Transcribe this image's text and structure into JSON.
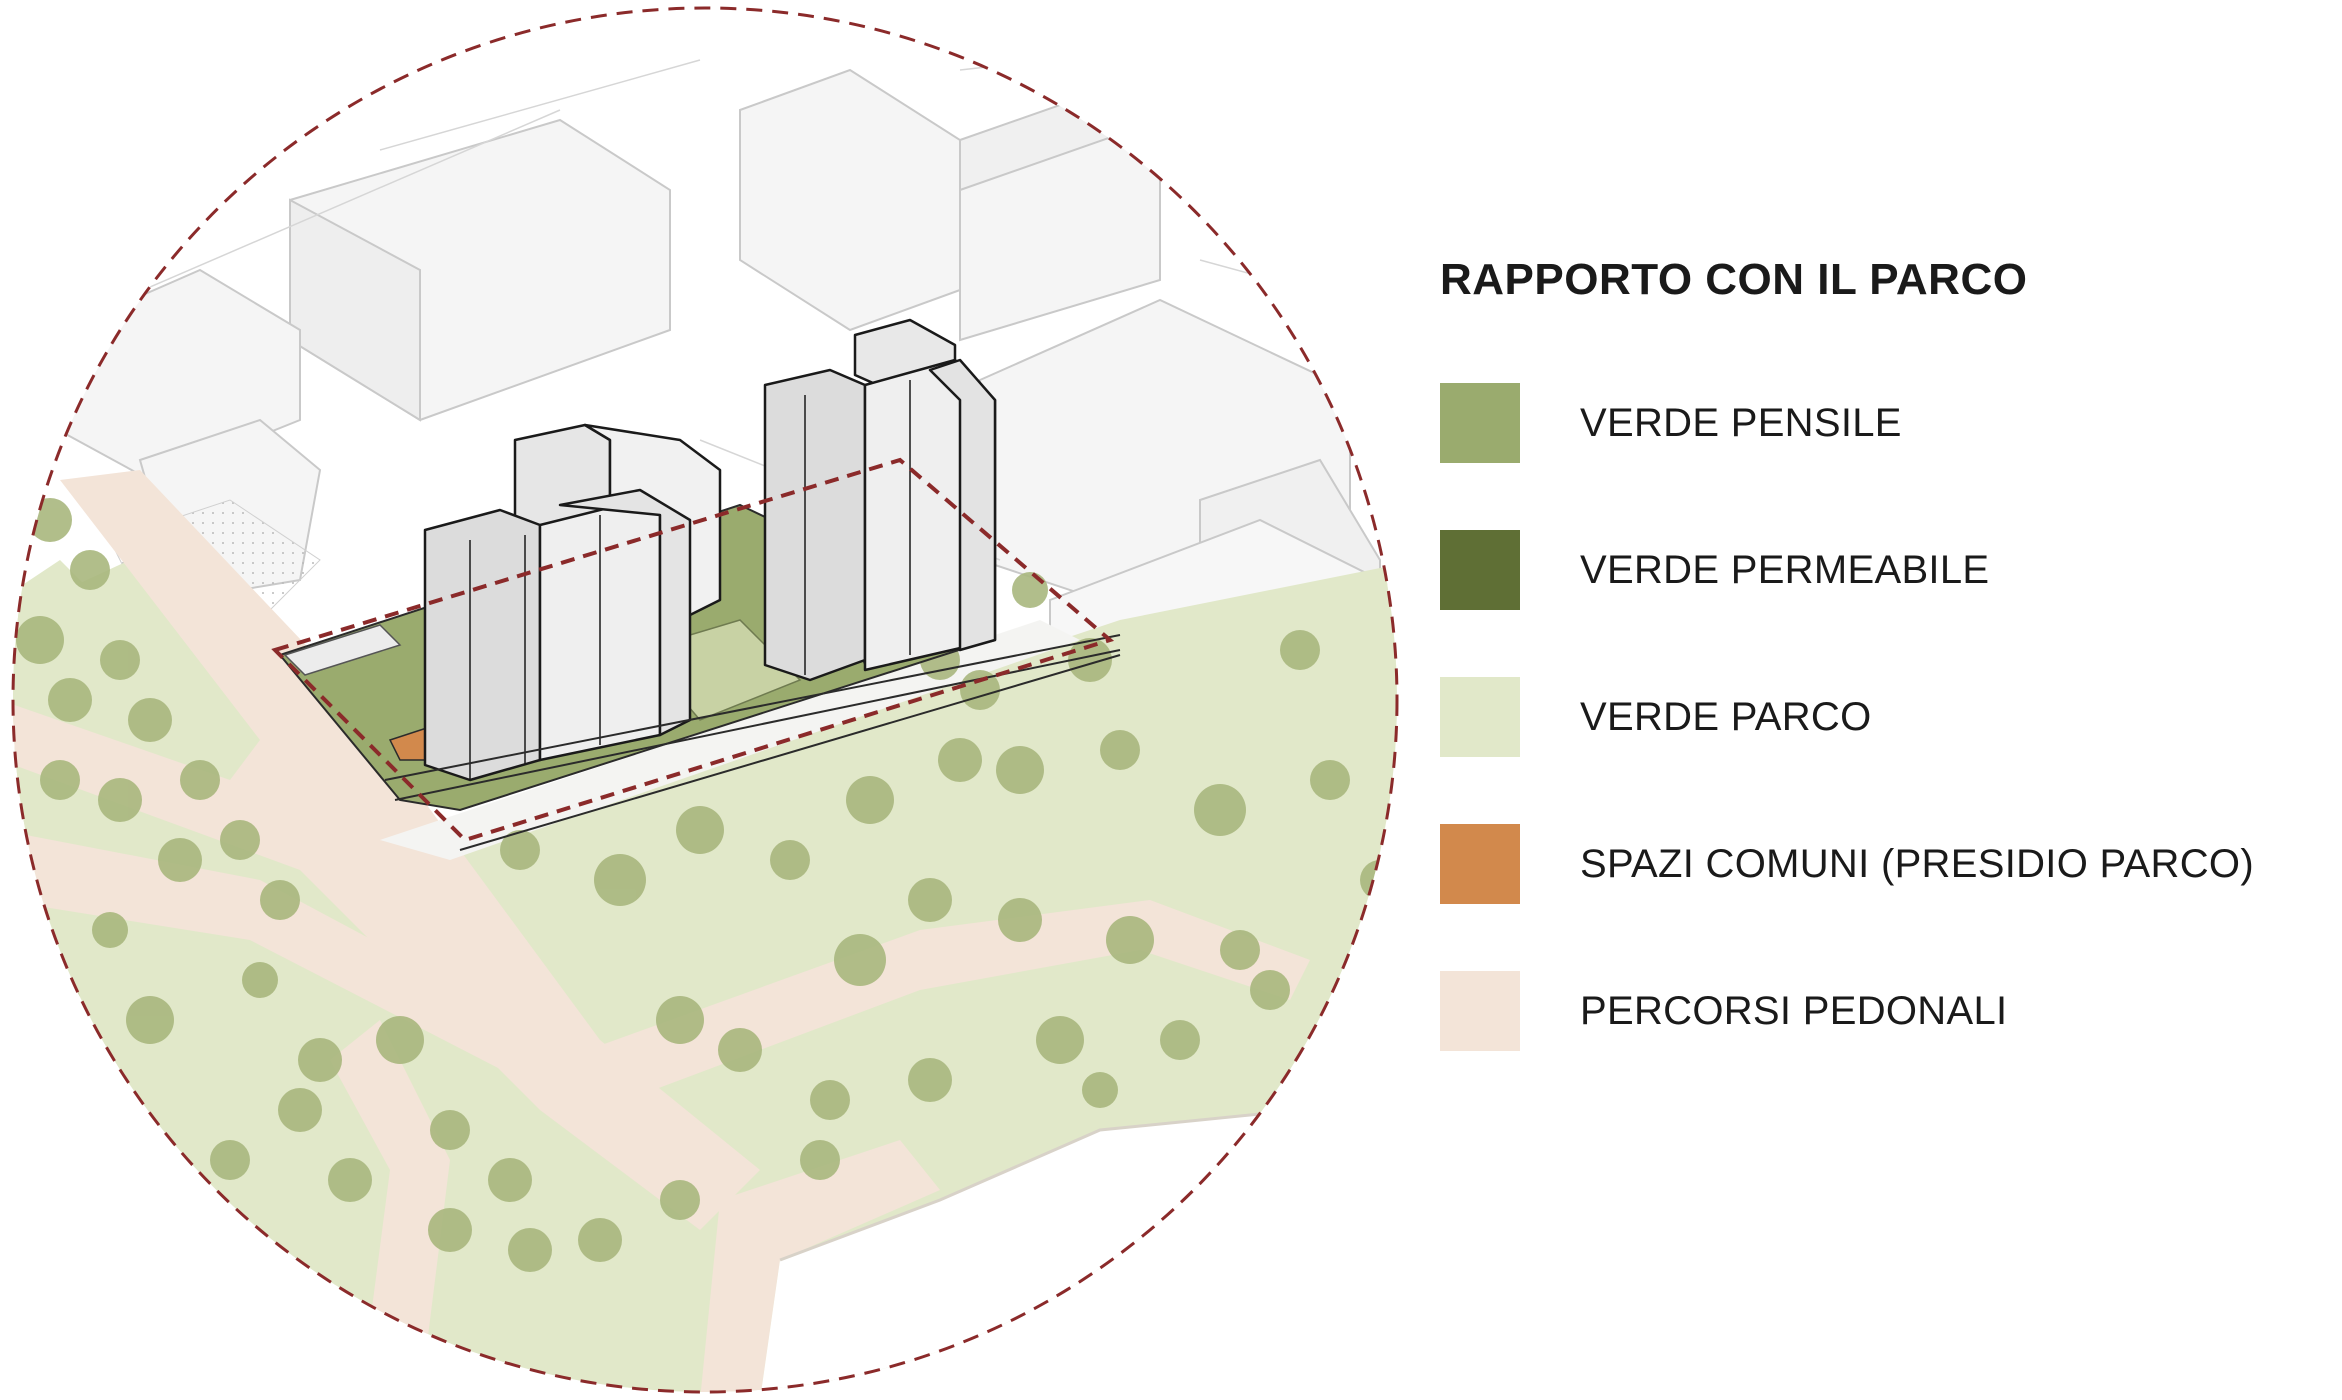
{
  "legend": {
    "title": "RAPPORTO CON IL PARCO",
    "items": [
      {
        "id": "verde-pensile",
        "label": "VERDE PENSILE",
        "color": "#9aab6e"
      },
      {
        "id": "verde-permeabile",
        "label": "VERDE PERMEABILE",
        "color": "#5f6f35"
      },
      {
        "id": "verde-parco",
        "label": "VERDE PARCO",
        "color": "#e1e8c9"
      },
      {
        "id": "spazi-comuni",
        "label": "SPAZI COMUNI (PRESIDIO PARCO)",
        "color": "#d2894c"
      },
      {
        "id": "percorsi-pedonali",
        "label": "PERCORSI PEDONALI",
        "color": "#f3e4d8"
      }
    ]
  },
  "diagram": {
    "view": "axonometric site view",
    "boundary_color": "#8b2a2a",
    "building_fill": "#e6e6e6",
    "context_fill": "#f4f4f4",
    "tree_color": "#a9b77e"
  }
}
